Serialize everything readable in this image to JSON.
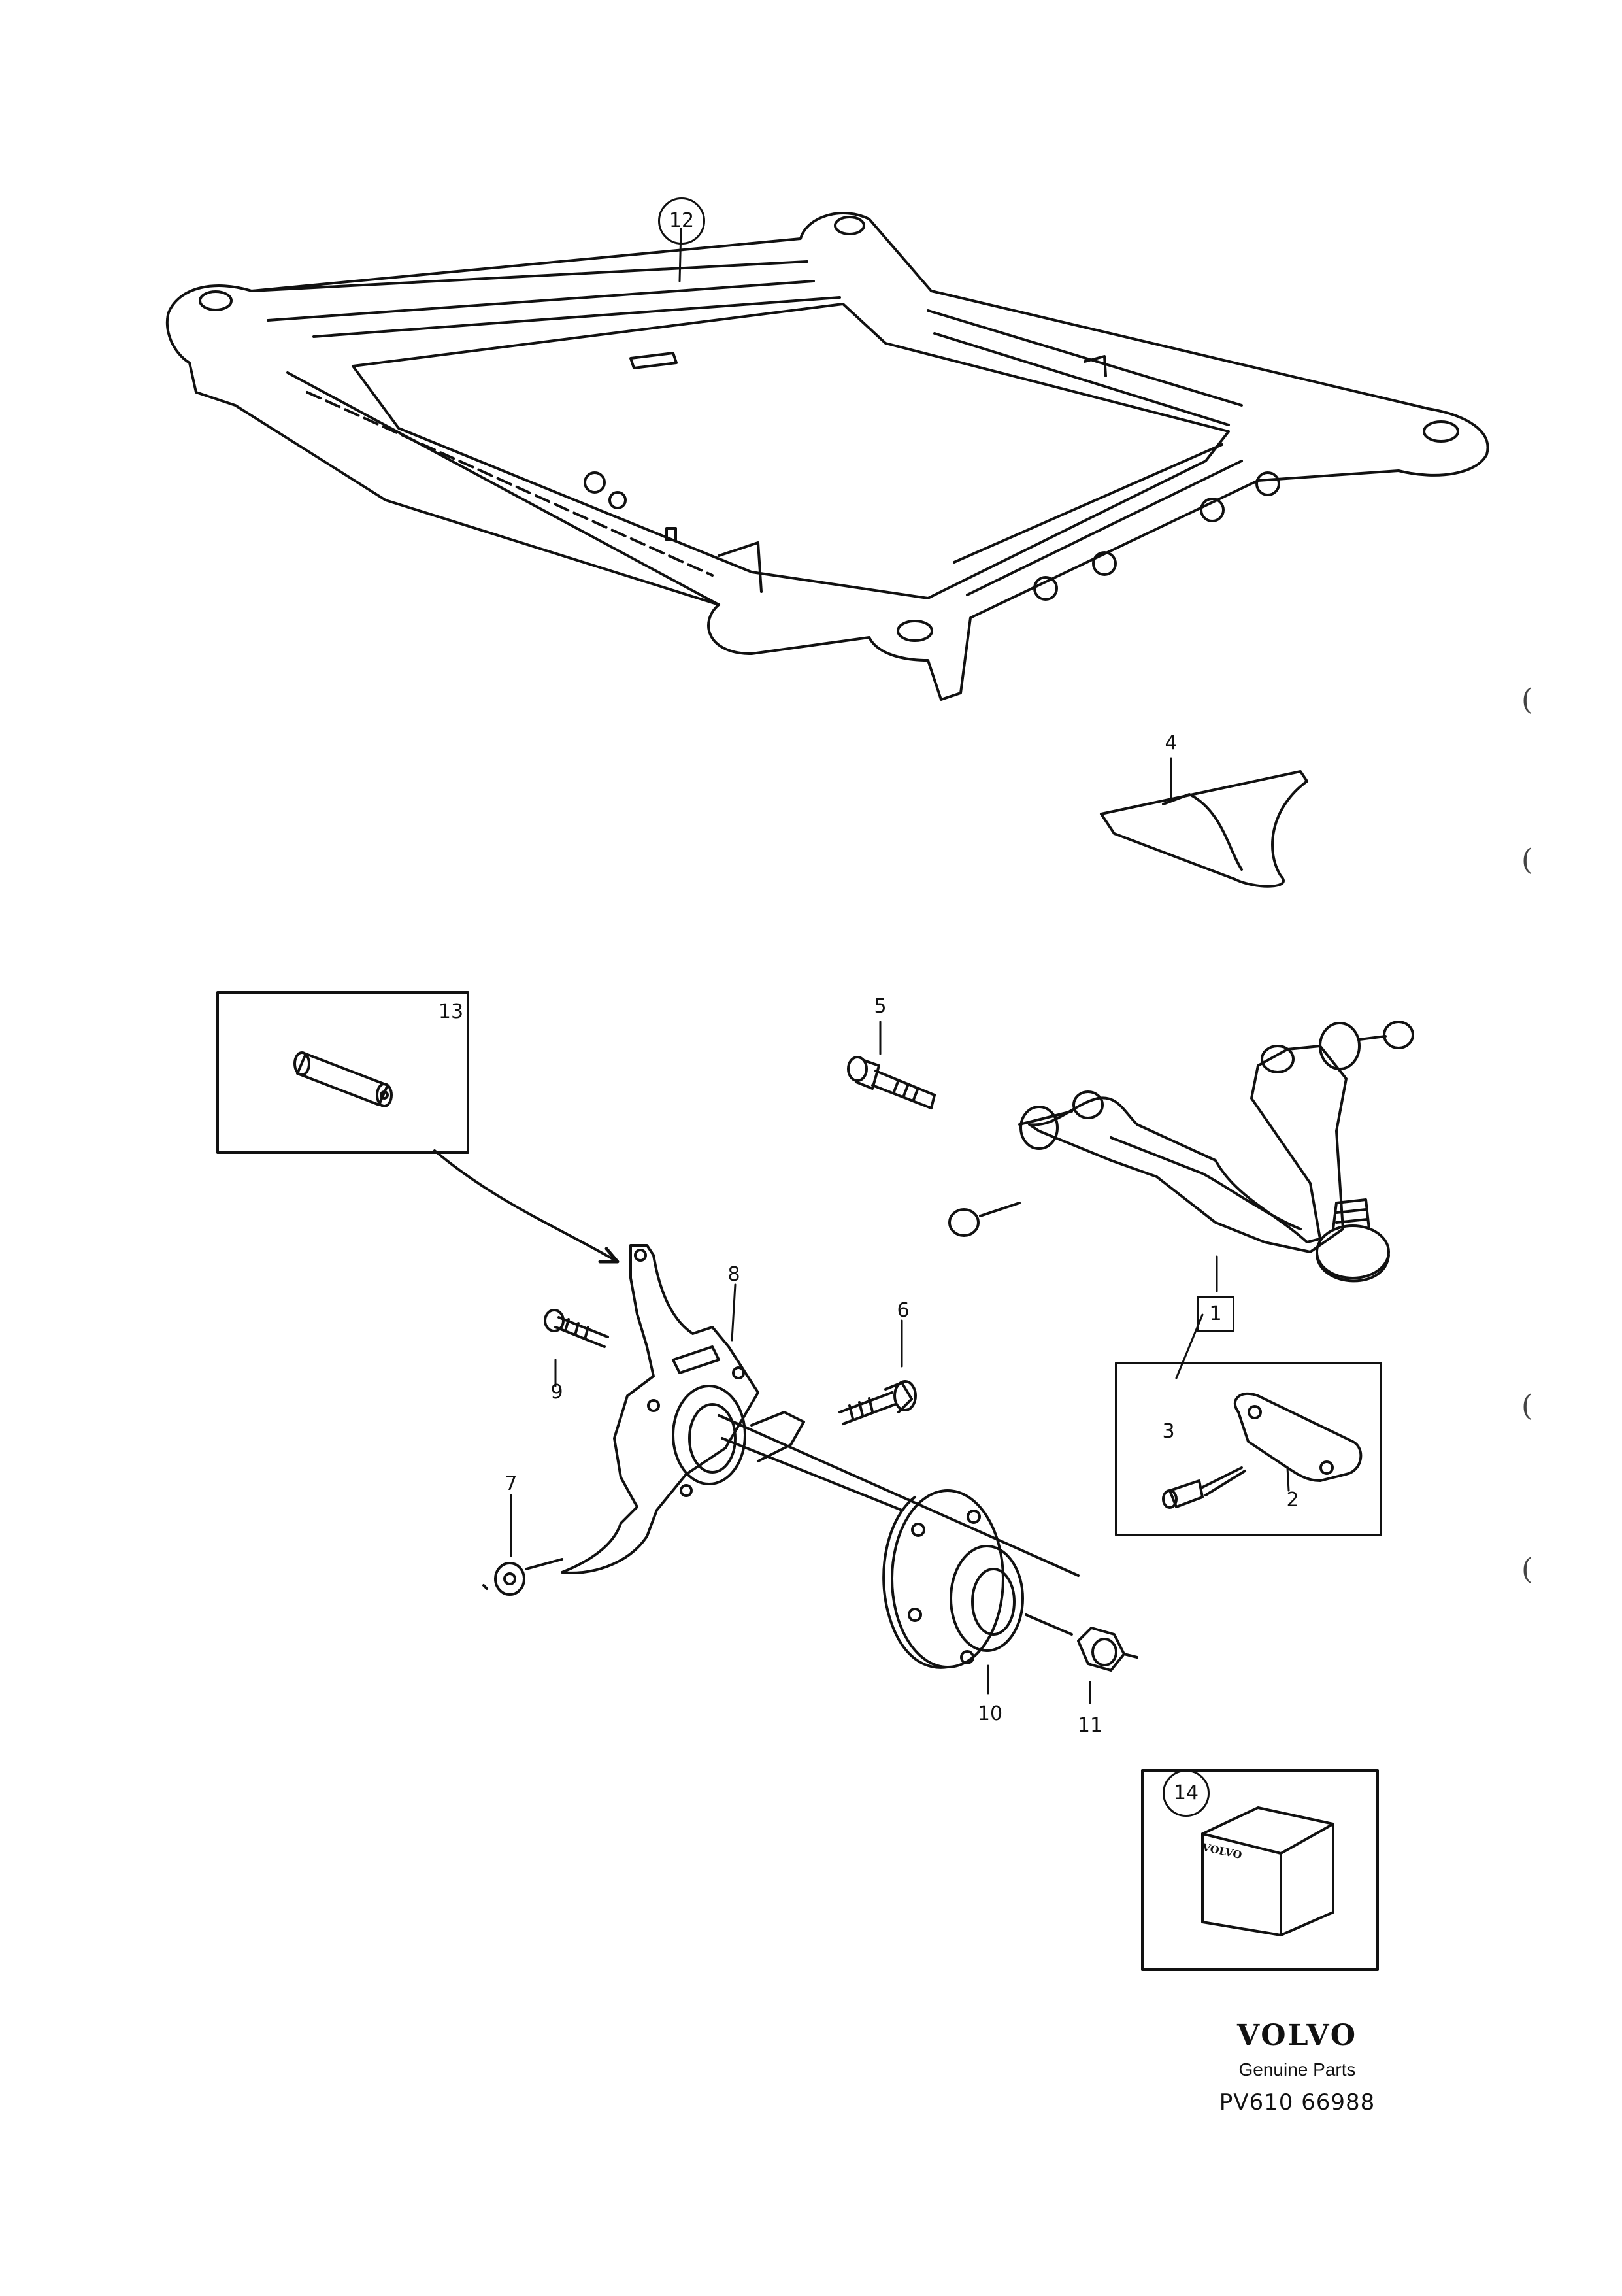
{
  "callouts": {
    "p1": "1",
    "p2": "2",
    "p3": "3",
    "p4": "4",
    "p5": "5",
    "p6": "6",
    "p7": "7",
    "p8": "8",
    "p9": "9",
    "p10": "10",
    "p11": "11",
    "p12": "12",
    "p13": "13",
    "p14": "14"
  },
  "box14_label": "VOLVO",
  "branding": {
    "name": "VOLVO",
    "subtitle": "Genuine Parts",
    "code": "PV610 66988"
  },
  "margin_marks": [
    "(",
    "(",
    "(",
    "("
  ]
}
